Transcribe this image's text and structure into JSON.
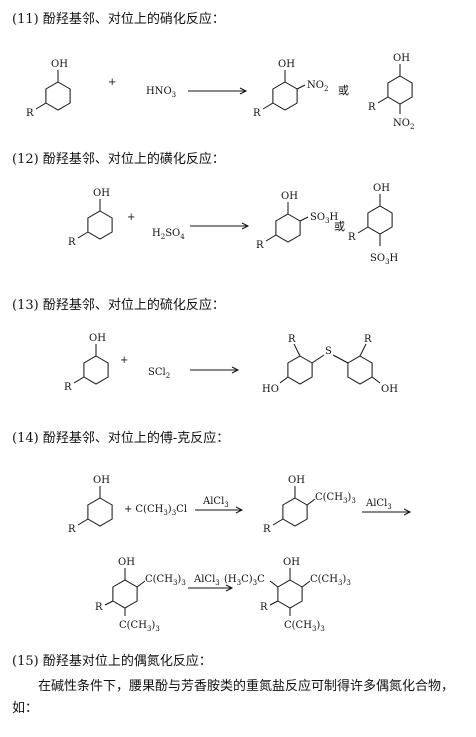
{
  "sections": [
    {
      "heading": "(11) 酚羟基邻、对位上的硝化反应：",
      "reagent": "HNO",
      "reagent_sub": "3",
      "connector": "或",
      "product_group": "NO",
      "product_group_sub": "2"
    },
    {
      "heading": "(12) 酚羟基邻、对位上的磺化反应：",
      "reagent": "H",
      "reagent_sub": "2",
      "reagent_tail": "SO",
      "reagent_tail_sub": "4",
      "connector": "或",
      "product_group": "SO",
      "product_group_sub": "3",
      "product_group_tail": "H"
    },
    {
      "heading": "(13) 酚羟基邻、对位上的硫化反应：",
      "reagent": "SCl",
      "reagent_sub": "2",
      "bridge": "S"
    },
    {
      "heading": "(14) 酚羟基邻、对位上的傅-克反应：",
      "reagent": "C(CH",
      "reagent_sub": "3",
      "reagent_tail": ")",
      "reagent_tail_sub": "3",
      "reagent_end": "Cl",
      "catalyst": "AlCl",
      "catalyst_sub": "3",
      "group_open": "C(CH",
      "group_sub": "3",
      "group_close": ")",
      "group_close_sub": "3",
      "left_group_open": "(H",
      "left_group_sub": "3",
      "left_group_close": "C)",
      "left_group_close_sub": "3",
      "left_group_end": "C"
    },
    {
      "heading": "(15) 酚羟基对位上的偶氮化反应："
    }
  ],
  "labels": {
    "oh": "OH",
    "r": "R",
    "ho": "HO",
    "plus": "+"
  },
  "paragraph": "在碱性条件下，腰果酚与芳香胺类的重氮盐反应可制得许多偶氮化合物，如："
}
